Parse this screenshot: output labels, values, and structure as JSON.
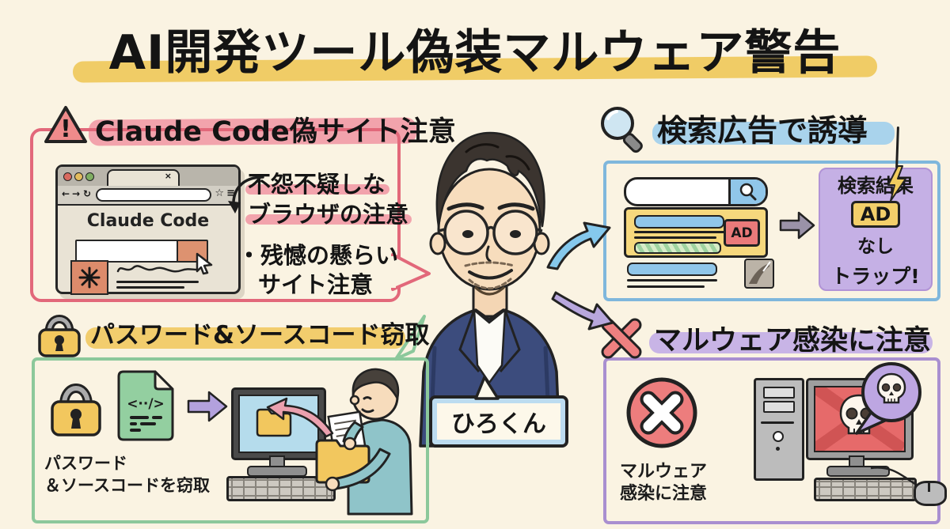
{
  "title": {
    "text": "AI開発ツール偽装マルウェア警告"
  },
  "center": {
    "name_label": "ひろくん"
  },
  "glyphs": {
    "warning_exclaim": "!",
    "tab_close": "×",
    "nav_back": "←",
    "nav_forward": "→",
    "nav_reload": "↻",
    "star": "☆",
    "menu": "≡"
  },
  "sections": {
    "fake_site": {
      "heading": "Claude Code偽サイト注意",
      "browser_title": "Claude Code",
      "note1_line1": "不怨不疑しな",
      "note1_line2": "ブラウザの注意",
      "note2_line1": "・残憾の懸らい",
      "note2_line2": "サイト注意"
    },
    "search_ads": {
      "heading": "検索広告で誘導",
      "ad_badge": "AD",
      "result_line1": "検索結果",
      "result_badge": "AD",
      "result_line2": "なし",
      "result_line3": "トラップ!"
    },
    "steal": {
      "heading": "パスワード&ソースコード窃取",
      "code_glyph": "<··/>",
      "caption_line1": "パスワード",
      "caption_line2": "＆ソースコードを窃取"
    },
    "malware": {
      "heading": "マルウェア感染に注意",
      "caption_line1": "マルウェア",
      "caption_line2": "感染に注意"
    }
  },
  "colors": {
    "background": "#FAF3E2",
    "title_highlight": "#F0CC66",
    "pink_highlight": "#F2A3AC",
    "pink_border": "#E2687A",
    "blue_highlight": "#A9D3EC",
    "blue_border": "#7FB7DC",
    "yellow_highlight": "#F2CD6D",
    "green_border": "#8CC89B",
    "purple_panel": "#C5B0E5",
    "purple_border": "#A98FD0",
    "purple_highlight": "#C8B4E6",
    "red_accent": "#ED7D7D",
    "navy_suit": "#3C4C7D"
  }
}
